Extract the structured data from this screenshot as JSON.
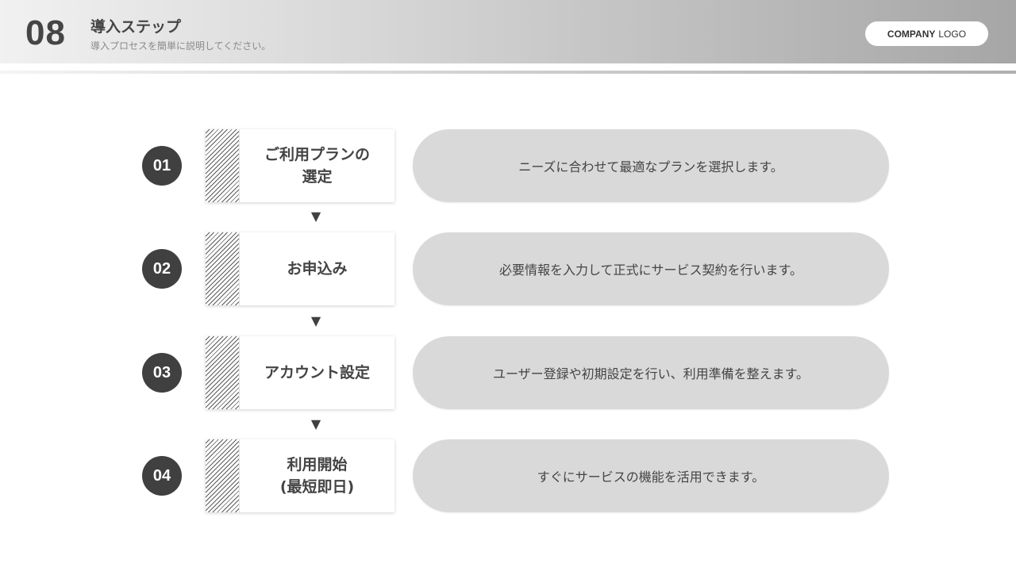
{
  "header": {
    "page_number": "08",
    "title": "導入ステップ",
    "subtitle": "導入プロセスを簡単に説明してください。",
    "logo_bold": "COMPANY",
    "logo_regular": "LOGO"
  },
  "steps": [
    {
      "number": "01",
      "label": "ご利用プランの\n選定",
      "description": "ニーズに合わせて最適なプランを選択します。"
    },
    {
      "number": "02",
      "label": "お申込み",
      "description": "必要情報を入力して正式にサービス契約を行います。"
    },
    {
      "number": "03",
      "label": "アカウント設定",
      "description": "ユーザー登録や初期設定を行い、利用準備を整えます。"
    },
    {
      "number": "04",
      "label": "利用開始\n(最短即日)",
      "description": "すぐにサービスの機能を活用できます。"
    }
  ],
  "arrow_glyph": "▼",
  "colors": {
    "circle": "#404040",
    "pill": "#d9d9d9",
    "text": "#444444"
  }
}
